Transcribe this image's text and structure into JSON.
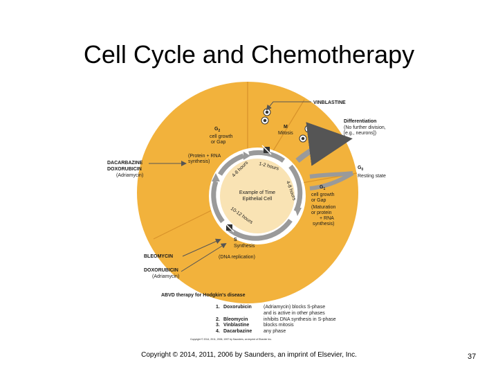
{
  "slide": {
    "title": "Cell Cycle and Chemotherapy",
    "page_number": "37",
    "copyright": "Copyright © 2014, 2011, 2006 by Saunders, an imprint of Elsevier, Inc."
  },
  "colors": {
    "outer_ring": "#f2b23c",
    "inner_disc": "#f9e3b4",
    "white_ring": "#ffffff",
    "arrows": "#8b8b8b",
    "text": "#1a1a1a"
  },
  "diagram": {
    "drugs": {
      "vinblastine": "VINBLASTINE",
      "dacarbazine": "DACARBAZINE",
      "doxorubicin_top": "DOXORUBICIN",
      "adriamycin_top": "(Adriamycin)",
      "bleomycin": "BLEOMYCIN",
      "doxorubicin_bottom": "DOXORUBICIN",
      "adriamycin_bottom": "(Adriamycin)"
    },
    "phases": {
      "g2_title": "G",
      "g2_sub": "2",
      "g2_lines": [
        "cell growth",
        "or Gap"
      ],
      "g2_note": [
        "(Protein + RNA",
        "synthesis)"
      ],
      "m_title": "M",
      "m_line": "Mitosis",
      "g1_title": "G",
      "g1_sub": "1",
      "g1_lines": [
        "cell growth",
        "or Gap"
      ],
      "g1_note": [
        "(Maturation",
        "or protein",
        "+ RNA",
        "synthesis)"
      ],
      "s_title": "S",
      "s_line": "Synthesis",
      "s_note": "(DNA replication)"
    },
    "differentiation": {
      "title": "Differentiation",
      "lines": [
        "(No further division,",
        "[e.g., neurons])"
      ]
    },
    "g0": {
      "title": "G",
      "sub": "0",
      "line": "Resting state"
    },
    "center": {
      "lines": [
        "Example of Time",
        "Epithelial Cell"
      ]
    },
    "durations": {
      "g2": "4-8 hours",
      "m": "1-2 hours",
      "g1": "4-8 hours",
      "s": "10-12 hours"
    },
    "abvd": {
      "heading": "ABVD therapy for Hodgkin's disease",
      "items": [
        {
          "num": "1.",
          "drug": "Doxorubicin",
          "desc": "(Adriamycin) blocks S-phase"
        },
        {
          "num": "",
          "drug": "",
          "desc": "and is active in other phases"
        },
        {
          "num": "2.",
          "drug": "Bleomycin",
          "desc": "inhibits DNA synthesis in S-phase"
        },
        {
          "num": "3.",
          "drug": "Vinblastine",
          "desc": "blocks mitosis"
        },
        {
          "num": "4.",
          "drug": "Dacarbazine",
          "desc": "any phase"
        }
      ]
    },
    "fig_credit": "Copyright © 2014, 2011, 2006, 1997 by Saunders, an imprint of Elsevier Inc."
  }
}
